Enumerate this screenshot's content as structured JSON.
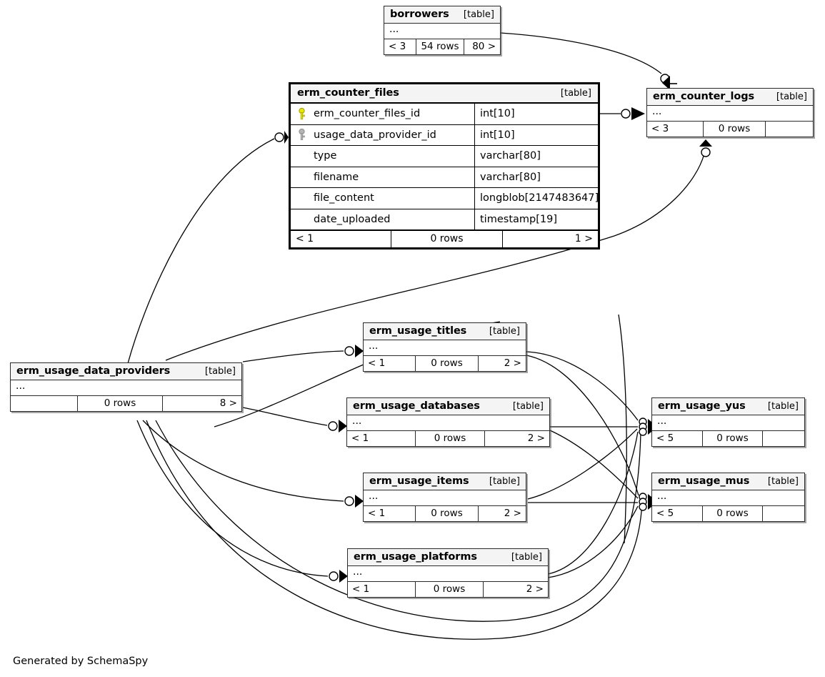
{
  "diagram": {
    "type": "er-diagram",
    "generator_note": "Generated by SchemaSpy",
    "kind_label": "[table]",
    "ellipsis": "...",
    "key_icons": {
      "primary": "primary-key-icon",
      "foreign": "foreign-key-icon"
    },
    "colors": {
      "background": "#ffffff",
      "header_fill": "#f4f4f4",
      "border": "#2a2a2a",
      "main_border": "#000000",
      "primary_key": "#e8e800",
      "foreign_key": "#a8a8a8",
      "edge": "#000000"
    }
  },
  "tables": [
    {
      "id": "borrowers",
      "name": "borrowers",
      "kind": "[table]",
      "is_main": false,
      "ellipsis": "...",
      "footer": {
        "left": "< 3",
        "center": "54 rows",
        "right": "80 >"
      }
    },
    {
      "id": "erm_counter_files",
      "name": "erm_counter_files",
      "kind": "[table]",
      "is_main": true,
      "columns": [
        {
          "name": "erm_counter_files_id",
          "type": "int[10]",
          "key": "primary"
        },
        {
          "name": "usage_data_provider_id",
          "type": "int[10]",
          "key": "foreign"
        },
        {
          "name": "type",
          "type": "varchar[80]",
          "key": "none"
        },
        {
          "name": "filename",
          "type": "varchar[80]",
          "key": "none"
        },
        {
          "name": "file_content",
          "type": "longblob[2147483647]",
          "key": "none"
        },
        {
          "name": "date_uploaded",
          "type": "timestamp[19]",
          "key": "none"
        }
      ],
      "footer": {
        "left": "< 1",
        "center": "0 rows",
        "right": "1 >"
      }
    },
    {
      "id": "erm_counter_logs",
      "name": "erm_counter_logs",
      "kind": "[table]",
      "is_main": false,
      "ellipsis": "...",
      "footer": {
        "left": "< 3",
        "center": "0 rows",
        "right": ""
      }
    },
    {
      "id": "erm_usage_data_providers",
      "name": "erm_usage_data_providers",
      "kind": "[table]",
      "is_main": false,
      "ellipsis": "...",
      "footer": {
        "left": "",
        "center": "0 rows",
        "right": "8 >"
      }
    },
    {
      "id": "erm_usage_titles",
      "name": "erm_usage_titles",
      "kind": "[table]",
      "is_main": false,
      "ellipsis": "...",
      "footer": {
        "left": "< 1",
        "center": "0 rows",
        "right": "2 >"
      }
    },
    {
      "id": "erm_usage_databases",
      "name": "erm_usage_databases",
      "kind": "[table]",
      "is_main": false,
      "ellipsis": "...",
      "footer": {
        "left": "< 1",
        "center": "0 rows",
        "right": "2 >"
      }
    },
    {
      "id": "erm_usage_items",
      "name": "erm_usage_items",
      "kind": "[table]",
      "is_main": false,
      "ellipsis": "...",
      "footer": {
        "left": "< 1",
        "center": "0 rows",
        "right": "2 >"
      }
    },
    {
      "id": "erm_usage_platforms",
      "name": "erm_usage_platforms",
      "kind": "[table]",
      "is_main": false,
      "ellipsis": "...",
      "footer": {
        "left": "< 1",
        "center": "0 rows",
        "right": "2 >"
      }
    },
    {
      "id": "erm_usage_yus",
      "name": "erm_usage_yus",
      "kind": "[table]",
      "is_main": false,
      "ellipsis": "...",
      "footer": {
        "left": "< 5",
        "center": "0 rows",
        "right": ""
      }
    },
    {
      "id": "erm_usage_mus",
      "name": "erm_usage_mus",
      "kind": "[table]",
      "is_main": false,
      "ellipsis": "...",
      "footer": {
        "left": "< 5",
        "center": "0 rows",
        "right": ""
      }
    }
  ],
  "relationships": [
    {
      "from": "borrowers",
      "to": "erm_counter_logs"
    },
    {
      "from": "erm_counter_files",
      "to": "erm_counter_logs"
    },
    {
      "from": "erm_usage_data_providers",
      "to": "erm_counter_files"
    },
    {
      "from": "erm_usage_data_providers",
      "to": "erm_counter_logs"
    },
    {
      "from": "erm_usage_data_providers",
      "to": "erm_usage_titles"
    },
    {
      "from": "erm_usage_data_providers",
      "to": "erm_usage_databases"
    },
    {
      "from": "erm_usage_data_providers",
      "to": "erm_usage_items"
    },
    {
      "from": "erm_usage_data_providers",
      "to": "erm_usage_platforms"
    },
    {
      "from": "erm_usage_titles",
      "to": "erm_usage_yus"
    },
    {
      "from": "erm_usage_titles",
      "to": "erm_usage_mus"
    },
    {
      "from": "erm_usage_databases",
      "to": "erm_usage_yus"
    },
    {
      "from": "erm_usage_databases",
      "to": "erm_usage_mus"
    },
    {
      "from": "erm_usage_items",
      "to": "erm_usage_yus"
    },
    {
      "from": "erm_usage_items",
      "to": "erm_usage_mus"
    },
    {
      "from": "erm_usage_platforms",
      "to": "erm_usage_yus"
    },
    {
      "from": "erm_usage_platforms",
      "to": "erm_usage_mus"
    }
  ]
}
